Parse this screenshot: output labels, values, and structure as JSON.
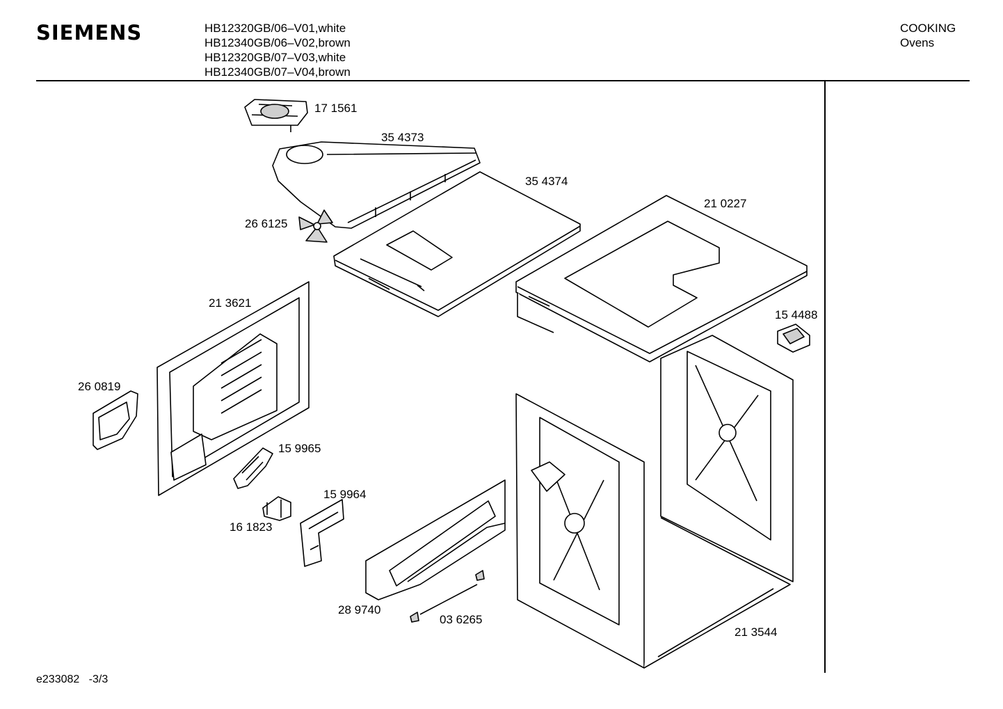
{
  "header": {
    "brand": "SIEMENS",
    "models": [
      "HB12320GB/06–V01,white",
      "HB12340GB/06–V02,brown",
      "HB12320GB/07–V03,white",
      "HB12340GB/07–V04,brown"
    ],
    "category": "COOKING",
    "subcategory": "Ovens"
  },
  "footer": {
    "doc_id": "e233082",
    "page": "-3/3"
  },
  "parts": [
    {
      "id": "p1",
      "label": "17 1561"
    },
    {
      "id": "p2",
      "label": "35 4373"
    },
    {
      "id": "p3",
      "label": "35 4374"
    },
    {
      "id": "p4",
      "label": "21 0227"
    },
    {
      "id": "p5",
      "label": "26 6125"
    },
    {
      "id": "p6",
      "label": "21 3621"
    },
    {
      "id": "p7",
      "label": "15 4488"
    },
    {
      "id": "p8",
      "label": "26 0819"
    },
    {
      "id": "p9",
      "label": "15 9965"
    },
    {
      "id": "p10",
      "label": "15 9964"
    },
    {
      "id": "p11",
      "label": "16 1823"
    },
    {
      "id": "p12",
      "label": "28 9740"
    },
    {
      "id": "p13",
      "label": "03 6265"
    },
    {
      "id": "p14",
      "label": "21 3544"
    }
  ]
}
